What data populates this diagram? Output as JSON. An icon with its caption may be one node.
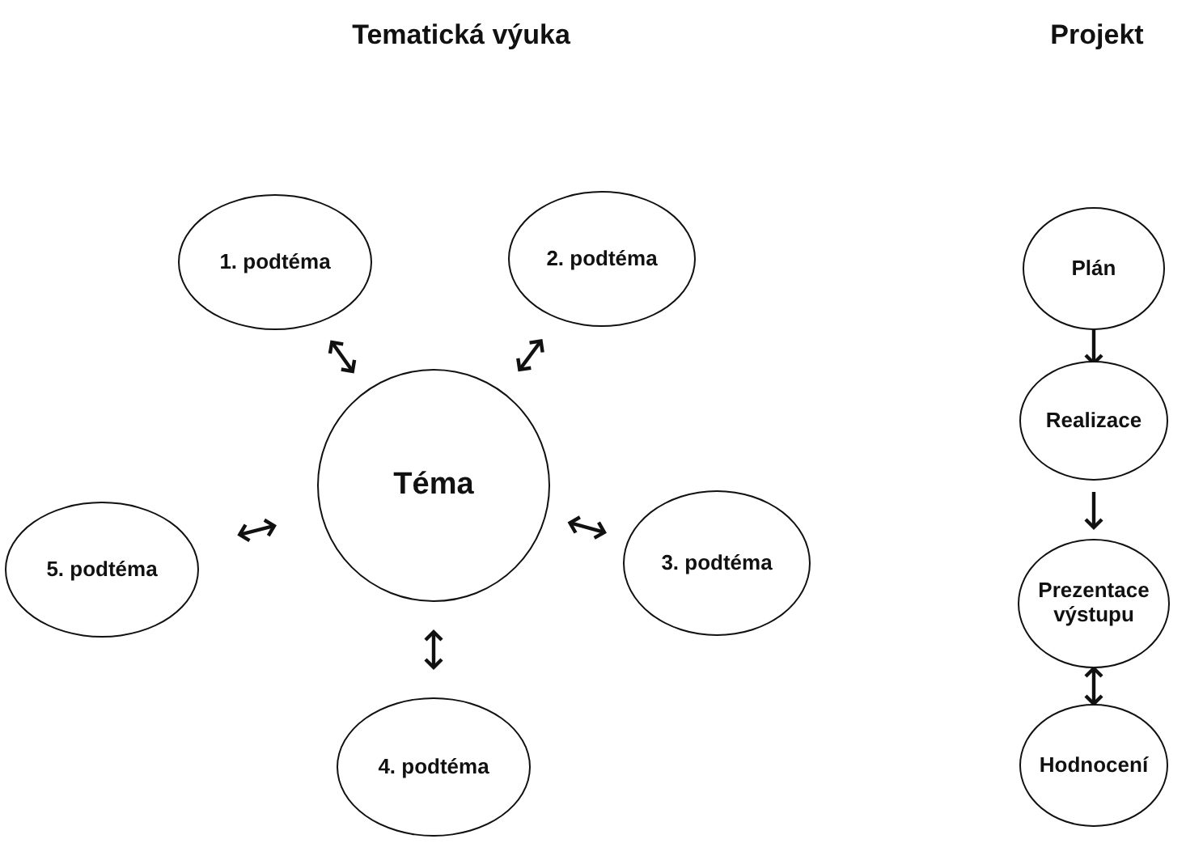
{
  "diagram": {
    "nodes": [
      {
        "text": [
          "1. podtéma"
        ]
      },
      {
        "text": [
          "2. podtéma"
        ]
      },
      {
        "text": [
          "Plán"
        ]
      },
      {
        "text": [
          "Téma"
        ]
      },
      {
        "text": [
          "Realizace"
        ]
      },
      {
        "text": [
          "5. podtéma"
        ]
      },
      {
        "text": [
          "3. podtéma"
        ]
      },
      {
        "text": [
          "Prezentace výstupu"
        ]
      },
      {
        "text": [
          "4. podtéma"
        ]
      },
      {
        "text": [
          "Hodnocení"
        ]
      }
    ],
    "edges": [
      {
        "from": 3,
        "to": 0,
        "arrow": "both"
      },
      {
        "from": 3,
        "to": 1,
        "arrow": "both"
      },
      {
        "from": 3,
        "to": 5,
        "arrow": "both"
      },
      {
        "from": 3,
        "to": 6,
        "arrow": "both"
      },
      {
        "from": 3,
        "to": 8,
        "arrow": "both"
      },
      {
        "from": 2,
        "to": 4,
        "arrow": "to"
      },
      {
        "from": 4,
        "to": 7,
        "arrow": "to"
      },
      {
        "from": 7,
        "to": 9,
        "arrow": "both"
      }
    ],
    "labels": [
      "Tematická výuka",
      "Projekt"
    ]
  }
}
